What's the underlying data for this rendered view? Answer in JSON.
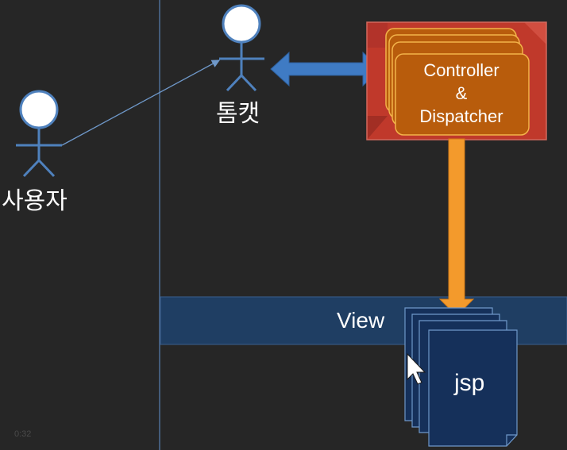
{
  "actors": {
    "user_label": "사용자",
    "tomcat_label": "톰캣"
  },
  "controller": {
    "line1": "Controller",
    "line2": "&",
    "line3": "Dispatcher"
  },
  "view": {
    "label": "View"
  },
  "jsp": {
    "label": "jsp"
  },
  "video": {
    "timestamp": "0:32"
  },
  "colors": {
    "background": "#262626",
    "actor_fill": "#ffffff",
    "actor_stroke": "#4f81bd",
    "arrow_blue": "#3f7bc4",
    "controller_box": "#c0392b",
    "controller_card": "#b85c0c",
    "arrow_orange": "#f39a2c",
    "view_band": "#1f3e63",
    "jsp_page": "#15305a"
  },
  "icons": [
    "cursor-icon"
  ]
}
